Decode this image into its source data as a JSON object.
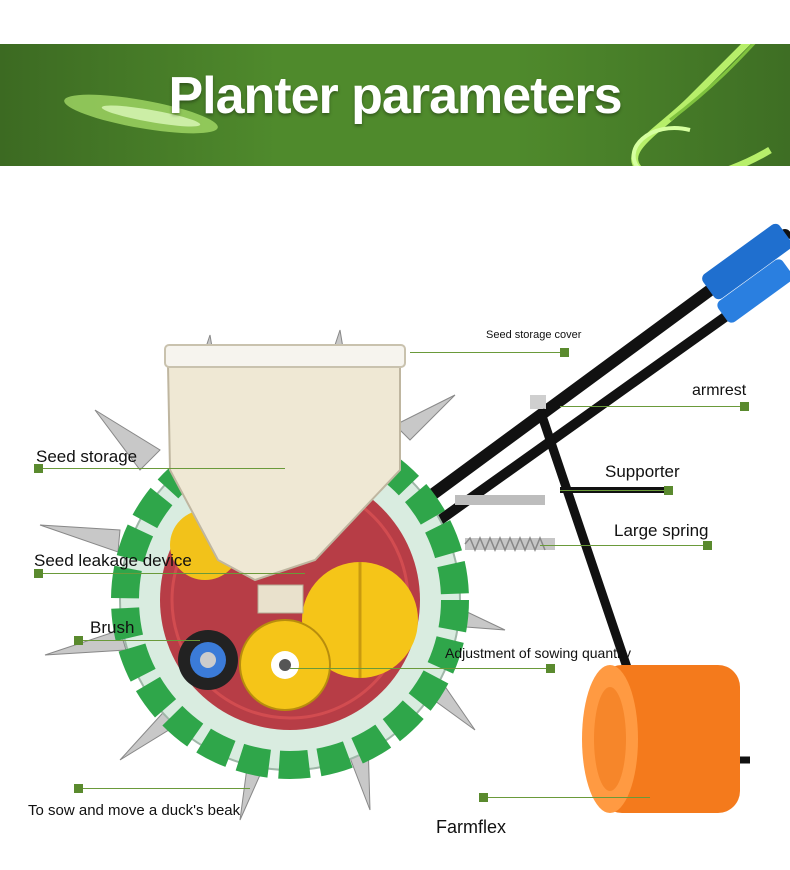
{
  "banner": {
    "title": "Planter parameters",
    "accent_color": "#4f8a2c",
    "icons": [
      "leaf-icon",
      "ribbon-icon"
    ]
  },
  "callouts": {
    "seed_storage_cover": "Seed storage cover",
    "armrest": "armrest",
    "seed_storage": "Seed storage",
    "supporter": "Supporter",
    "large_spring": "Large spring",
    "seed_leakage_device": "Seed leakage device",
    "brush": "Brush",
    "adjustment": "Adjustment of sowing quantity",
    "duck_beak": "To sow and move a duck's beak",
    "farmflex": "Farmflex"
  },
  "callout_color": "#5a8a2e"
}
